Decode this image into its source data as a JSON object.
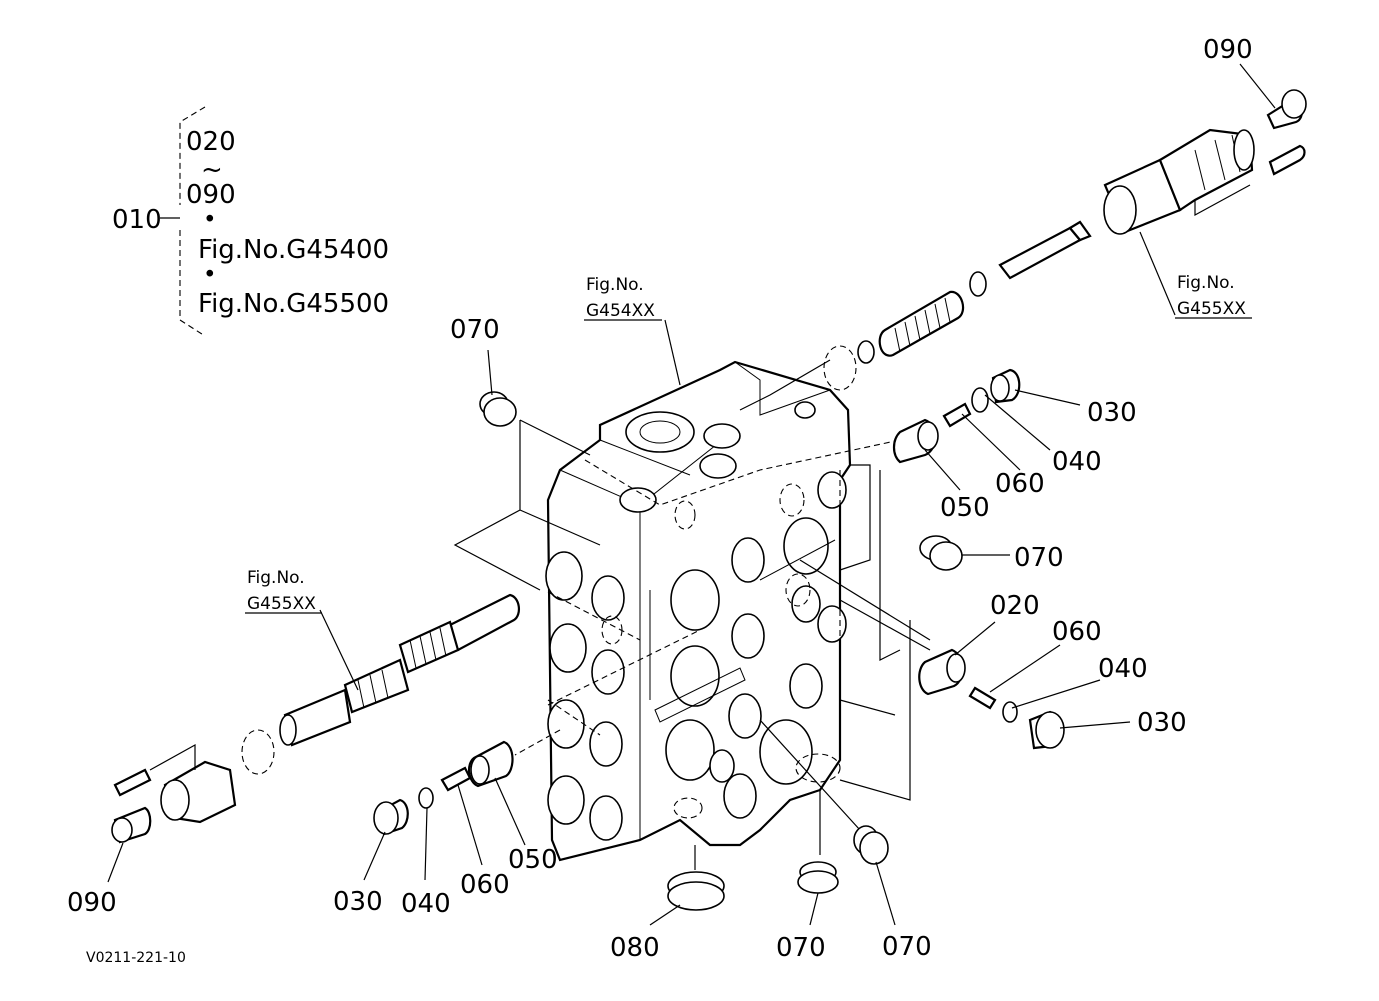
{
  "legend": {
    "parent": "010",
    "range_start": "020",
    "tilde": "~",
    "range_end": "090",
    "dot1": "•",
    "fig1": "Fig.No.G45400",
    "dot2": "•",
    "fig2": "Fig.No.G45500"
  },
  "figure_refs": {
    "center_top": {
      "line1": "Fig.No.",
      "line2": "G454XX"
    },
    "right_top": {
      "line1": "Fig.No.",
      "line2": "G455XX"
    },
    "left_mid": {
      "line1": "Fig.No.",
      "line2": "G455XX"
    }
  },
  "callouts": {
    "c090_top": "090",
    "c070_topleft": "070",
    "c030_upper": "030",
    "c040_upper": "040",
    "c060_upper": "060",
    "c050_upper": "050",
    "c070_right": "070",
    "c020_right": "020",
    "c060_right": "060",
    "c040_right": "040",
    "c030_right": "030",
    "c090_bottomleft": "090",
    "c030_bottom": "030",
    "c040_bottom": "040",
    "c060_bottom": "060",
    "c050_bottom": "050",
    "c080_bottom": "080",
    "c070_bottom_mid": "070",
    "c070_bottom_right": "070"
  },
  "drawing_code": "V0211-221-10"
}
